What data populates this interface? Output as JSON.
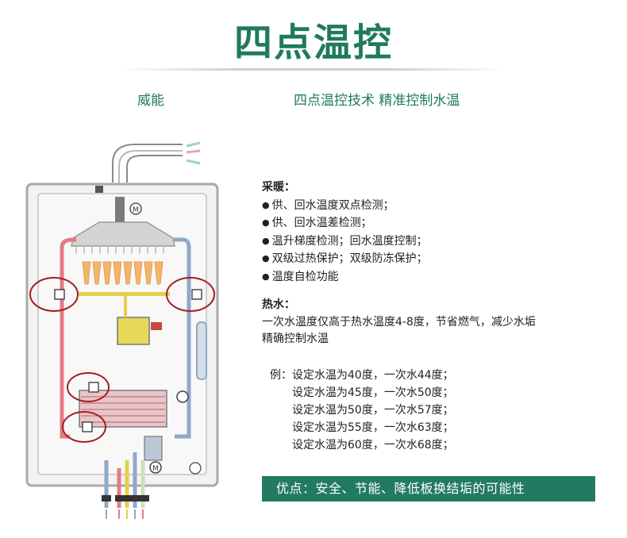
{
  "header": {
    "title": "四点温控",
    "brand": "威能",
    "tagline": "四点温控技术 精准控制水温"
  },
  "heating": {
    "heading": "采暖：",
    "items": [
      "供、回水温度双点检测；",
      "供、回水温差检测；",
      "温升梯度检测；回水温度控制；",
      "双级过热保护；双级防冻保护；",
      "温度自检功能"
    ]
  },
  "hot_water": {
    "heading": "热水：",
    "lines": [
      "一次水温度仅高于热水温度4-8度，节省燃气，减少水垢",
      "精确控制水温"
    ]
  },
  "examples": {
    "label": "例：",
    "rows": [
      "设定水温为40度，一次水44度；",
      "设定水温为45度，一次水50度；",
      "设定水温为50度，一次水57度；",
      "设定水温为55度，一次水63度；",
      "设定水温为60度，一次水68度；"
    ]
  },
  "advantage": "优点：安全、节能、降低板换结垢的可能性",
  "diagram": {
    "motor_symbol": "M",
    "colors": {
      "accent_green": "#1f7a5e",
      "flow_red": "#e37b84",
      "return_blue": "#8fa9c6",
      "gas_yellow": "#e2d24a",
      "marker_circle": "#a31f24",
      "frame_gray": "#a9a9a9"
    }
  }
}
